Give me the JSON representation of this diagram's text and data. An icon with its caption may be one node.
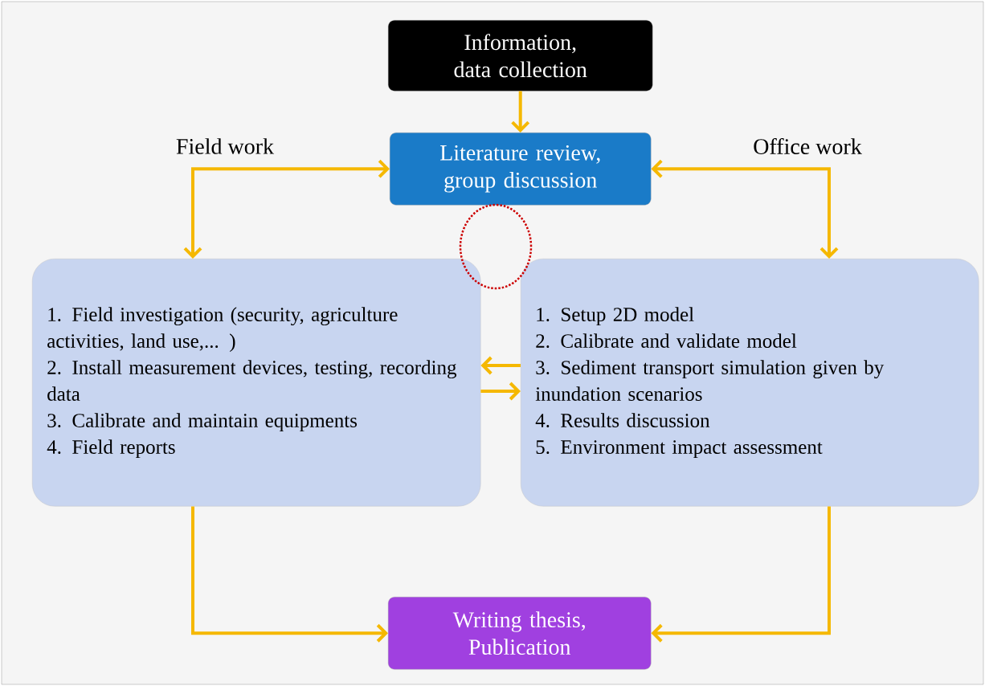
{
  "diagram": {
    "nodes": [
      {
        "text": [
          "Information, data collection"
        ]
      },
      {
        "text": [
          "Literature review, group discussion"
        ]
      },
      {
        "text": [
          "1. Field investigation (security, agriculture activities, land use,... )",
          "2. Install measurement devices, testing, recording data",
          "3. Calibrate and maintain equipments",
          "4. Field reports"
        ]
      },
      {
        "text": [
          "1. Setup 2D model",
          "2. Calibrate and validate model",
          "3. Sediment transport simulation given by inundation scenarios",
          "4. Results discussion",
          "5. Environment impact assessment"
        ]
      },
      {
        "text": [
          "Writing thesis, Publication"
        ]
      },
      {
        "text": [],
        "shape": "circle"
      }
    ],
    "edges": [
      {
        "from": 0,
        "to": 1,
        "arrow": "to"
      },
      {
        "from": 2,
        "to": 1,
        "arrow": "both",
        "label": "Field work"
      },
      {
        "from": 3,
        "to": 1,
        "arrow": "both",
        "label": "Office work"
      },
      {
        "from": 3,
        "to": 2,
        "arrow": "to"
      },
      {
        "from": 2,
        "to": 3,
        "arrow": "to"
      },
      {
        "from": 2,
        "to": 4,
        "arrow": "to"
      },
      {
        "from": 3,
        "to": 4,
        "arrow": "to"
      }
    ]
  }
}
